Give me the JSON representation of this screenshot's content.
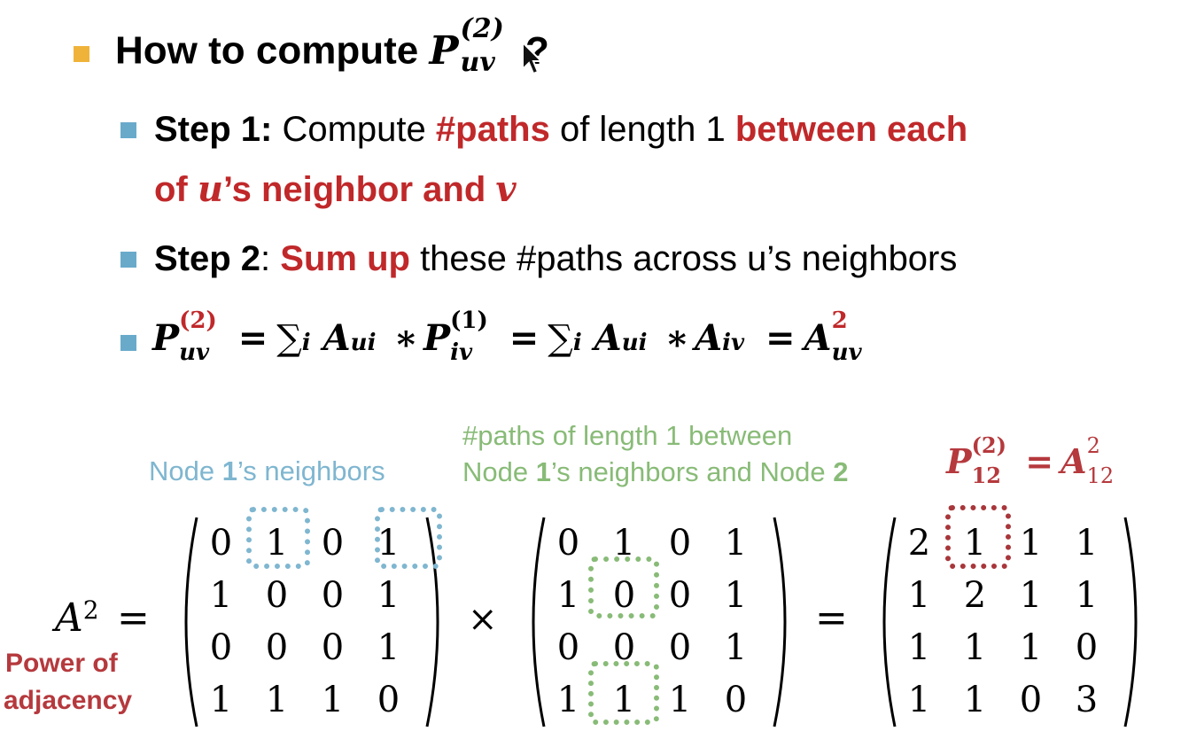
{
  "heading": {
    "text": "How to compute ",
    "sym": "P",
    "sup": "(2)",
    "sub": "uv",
    "q": "?"
  },
  "steps": [
    {
      "label": "Step 1:",
      "t1": " Compute ",
      "r1": "#paths",
      "t2": " of length 1 ",
      "r2": "between each"
    },
    {
      "r3a": "of ",
      "u": "u",
      "r3b": "’s neighbor and ",
      "v": "v"
    },
    {
      "label": "Step 2",
      "t1": ": ",
      "r1": "Sum up",
      "t2": " these #paths across u’s neighbors"
    }
  ],
  "formula": {
    "P": "P",
    "sup2": "(2)",
    "uv": "uv",
    "eq": "=",
    "sum": "∑",
    "i": "i",
    "A": "A",
    "ui": "ui",
    "times": "∗",
    "sup1": "(1)",
    "iv": "iv",
    "two": "2"
  },
  "annotations": {
    "neighbors_prefix": "Node ",
    "neighbors_num": "1",
    "neighbors_suffix": "’s neighbors",
    "paths_line1": "#paths of length 1 between",
    "paths_line2_a": "Node ",
    "paths_line2_b": "1",
    "paths_line2_c": "’s neighbors and Node ",
    "paths_line2_d": "2",
    "result_P": "P",
    "result_sup": "(2)",
    "result_sub": "12",
    "result_eq": "=",
    "result_A": "A",
    "result_Asup": "2",
    "result_Asub": "12",
    "power_of": "Power of",
    "adjacency": "adjacency"
  },
  "equation": {
    "lhs_A": "A",
    "lhs_sup": "2",
    "eq": "=",
    "times": "×",
    "eq2": "="
  },
  "matrices": {
    "A_left": [
      [
        0,
        1,
        0,
        1
      ],
      [
        1,
        0,
        0,
        1
      ],
      [
        0,
        0,
        0,
        1
      ],
      [
        1,
        1,
        1,
        0
      ]
    ],
    "A_right": [
      [
        0,
        1,
        0,
        1
      ],
      [
        1,
        0,
        0,
        1
      ],
      [
        0,
        0,
        0,
        1
      ],
      [
        1,
        1,
        1,
        0
      ]
    ],
    "A_squared": [
      [
        2,
        1,
        1,
        1
      ],
      [
        1,
        2,
        1,
        1
      ],
      [
        1,
        1,
        1,
        0
      ],
      [
        1,
        1,
        0,
        3
      ]
    ]
  },
  "colors": {
    "bullet_l1": "#f0b33a",
    "bullet_l2": "#69aacb",
    "accent_red": "#c0282a",
    "blue": "#7fb6d0",
    "green": "#88bb77"
  }
}
